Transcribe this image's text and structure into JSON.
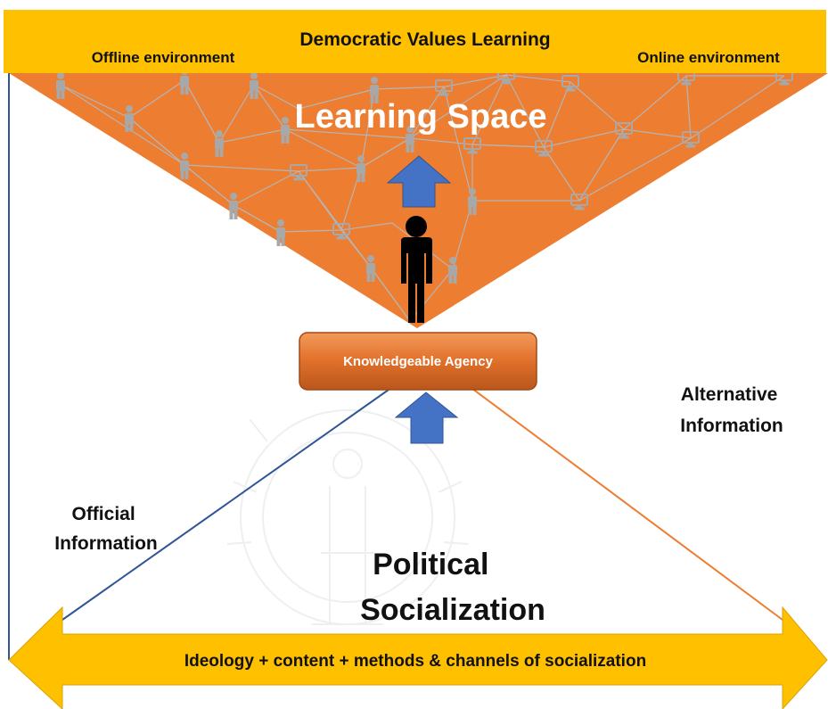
{
  "top_banner": {
    "title": "Democratic Values Learning",
    "left_label": "Offline environment",
    "right_label": "Online environment"
  },
  "learning_space": {
    "title": "Learning Space"
  },
  "agency": {
    "label": "Knowledgeable Agency"
  },
  "official_info": {
    "line1": "Official",
    "line2": "Information"
  },
  "alternative_info": {
    "line1": "Alternative",
    "line2": "Information"
  },
  "political_socialization": {
    "line1": "Political",
    "line2": "Socialization"
  },
  "bottom_arrow": {
    "label": "Ideology + content + methods & channels of socialization"
  },
  "colors": {
    "banner": "#FFC000",
    "triangle": "#ED7D31",
    "agency": "#E0702A",
    "blue_arrow": "#4472C4",
    "network": "#A8A8A8",
    "person": "#000000",
    "official_line": "#2F5597",
    "alternative_line": "#ED7D31"
  },
  "icons": {
    "network_people": "person-icon",
    "network_computers": "computer-icon",
    "agent": "person-icon",
    "background": "seal-watermark"
  }
}
